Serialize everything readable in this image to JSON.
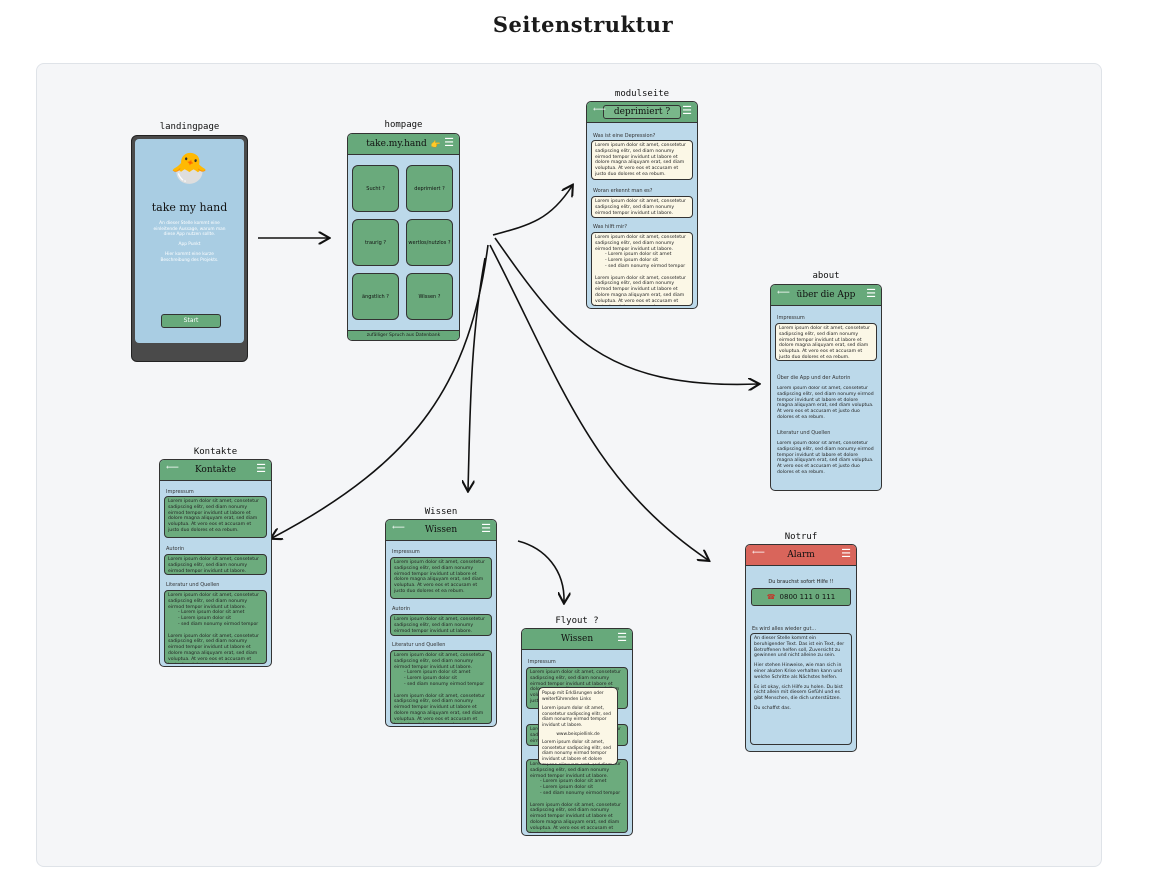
{
  "page_title": "Seitenstruktur",
  "labels": {
    "landing": "landingpage",
    "home": "hompage",
    "modul": "modulseite",
    "about": "about",
    "kontakte": "Kontakte",
    "wissen": "Wissen",
    "flyout": "Flyout ?",
    "notruf": "Notruf"
  },
  "lorem_long": "Lorem ipsum dolor sit amet, consetetur sadipscing elitr, sed diam nonumy eirmod tempor invidunt ut labore et dolore magna aliquyam erat, sed diam voluptua. At vero eos et accusam et justo duo dolores et ea rebum.",
  "lorem_short": "Lorem ipsum dolor sit amet, consetetur sadipscing elitr, sed diam nonumy eirmod tempor invidunt ut labore.",
  "lorem_mid": "Lorem ipsum dolor sit amet, consetetur sadipscing elitr, sed diam nonumy eirmod tempor invidunt ut labore et dolore magna aliquyam erat, sed diam voluptua.",
  "bullets": [
    "Lorem ipsum dolor sit amet",
    "Lorem ipsum dolor sit",
    "sed diam nonumy eirmod tempor"
  ],
  "landing": {
    "emoji": "🐣",
    "app_name": "take my hand",
    "intro": "An dieser Stelle kommt eine einleitende Aussage, warum man diese App nutzen sollte.",
    "subheading": "App Punkt",
    "subtext": "Hier kommt eine kurze Beschreibung des Projekts.",
    "start": "Start"
  },
  "home": {
    "title": "take.my.hand",
    "hand_emoji": "👉",
    "tiles": [
      "Sucht ?",
      "deprimiert ?",
      "traurig ?",
      "wertlos/nutzlos ?",
      "ängstlich ?",
      "Wissen ?"
    ],
    "footer": "zufälliger Spruch aus Datenbank"
  },
  "modul": {
    "title": "deprimiert ?",
    "h1": "Was ist eine Depression?",
    "h2": "Woran erkennt man es?",
    "h3": "Was hilft mir?"
  },
  "about": {
    "title": "über die App",
    "h1": "Impressum",
    "h2": "Über die App und der Autorin",
    "h3": "Literatur und Quellen"
  },
  "kontakte": {
    "title": "Kontakte",
    "h1": "Impressum",
    "h2": "Autorin",
    "h3": "Literatur und Quellen"
  },
  "wissen": {
    "title": "Wissen",
    "h1": "Impressum",
    "h2": "Autorin",
    "h3": "Literatur und Quellen"
  },
  "flyout": {
    "title": "Wissen",
    "h1": "Impressum",
    "popup_head": "Popup mit Erklärungen oder weiterführenden Links",
    "popup_link": "www.beispiellink.de"
  },
  "notruf": {
    "title": "Alarm",
    "urgent": "Du brauchst sofort Hilfe !!",
    "call": "0800 111 0 111",
    "phone_icon": "☎",
    "subhead": "Es wird alles wieder gut...",
    "p1": "An dieser Stelle kommt ein beruhigender Text. Das ist ein Text, der Betroffenen helfen soll, Zuversicht zu gewinnen und nicht alleine zu sein.",
    "p2": "Hier stehen Hinweise, wie man sich in einer akuten Krise verhalten kann und welche Schritte als Nächstes helfen.",
    "p3": "Es ist okay, sich Hilfe zu holen. Du bist nicht allein mit diesem Gefühl und es gibt Menschen, die dich unterstützen.",
    "p4": "Du schaffst das."
  },
  "colors": {
    "green": "#67a97b",
    "blue": "#bcd9ea",
    "red": "#d9655b",
    "cream": "#fbf7e6"
  }
}
